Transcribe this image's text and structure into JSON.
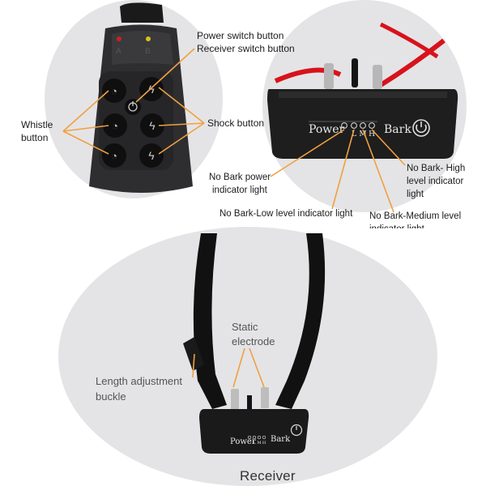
{
  "remote": {
    "callouts": {
      "power_switch": "Power switch button",
      "receiver_switch": "Receiver switch button",
      "whistle_line1": "Whistle",
      "whistle_line2": "button",
      "shock": "Shock button"
    },
    "channel_labels": [
      "A",
      "B"
    ]
  },
  "receiver_detail": {
    "panel": {
      "power_text": "Power",
      "bark_text": "Bark",
      "levels": [
        "L",
        "M",
        "H"
      ]
    },
    "callouts": {
      "no_bark_power_line1": "No Bark power",
      "no_bark_power_line2": "indicator light",
      "low_level": "No Bark-Low level indicator light",
      "high_line1": "No Bark- High",
      "high_line2": "level indicator",
      "high_line3": "light",
      "medium_line1": "No Bark-Medium level",
      "medium_line2": "indicator light"
    }
  },
  "collar": {
    "callouts": {
      "static_line1": "Static",
      "static_line2": "electrode",
      "buckle_line1": "Length adjustment",
      "buckle_line2": "buckle"
    },
    "panel": {
      "power_text": "Power",
      "bark_text": "Bark",
      "levels": [
        "L",
        "M",
        "H"
      ]
    },
    "caption": "Receiver"
  },
  "colors": {
    "circle_bg": "#e4e4e6",
    "callout_line": "#f0a040",
    "device_body": "#1e1e1e",
    "strap": "#111111",
    "lanyard": "#d8121b",
    "led_red": "#cc2020",
    "led_yellow": "#d9c21a"
  }
}
